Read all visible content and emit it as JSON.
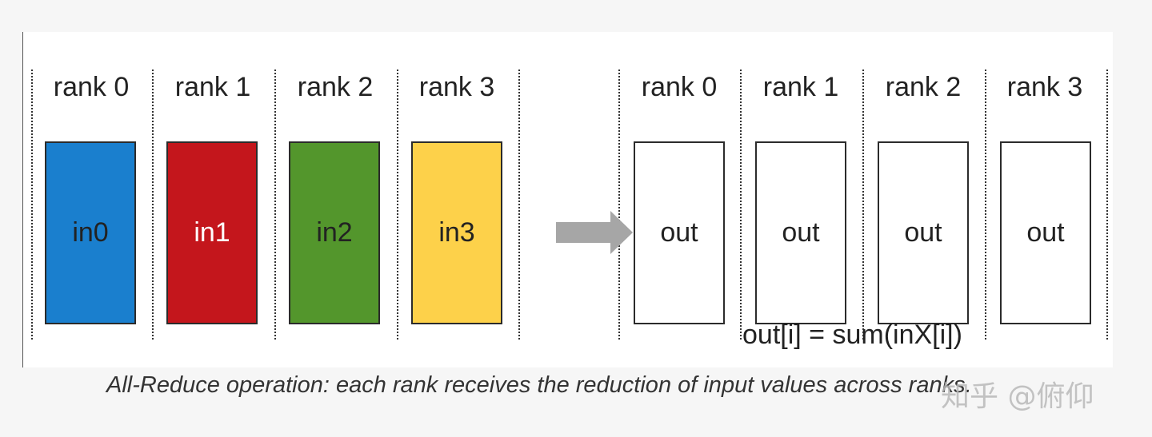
{
  "diagram": {
    "ranks": [
      {
        "label": "rank 0",
        "input": "in0",
        "output": "out"
      },
      {
        "label": "rank 1",
        "input": "in1",
        "output": "out"
      },
      {
        "label": "rank 2",
        "input": "in2",
        "output": "out"
      },
      {
        "label": "rank 3",
        "input": "in3",
        "output": "out"
      }
    ],
    "formula": "out[i] = sum(inX[i])",
    "colors": {
      "in0": "#1a7fce",
      "in1": "#c4161c",
      "in2": "#53962c",
      "in3": "#fdd14a",
      "arrow": "#a6a6a6"
    }
  },
  "caption": "All-Reduce operation: each rank receives the reduction of input values across ranks.",
  "watermark": "知乎 @俯仰"
}
